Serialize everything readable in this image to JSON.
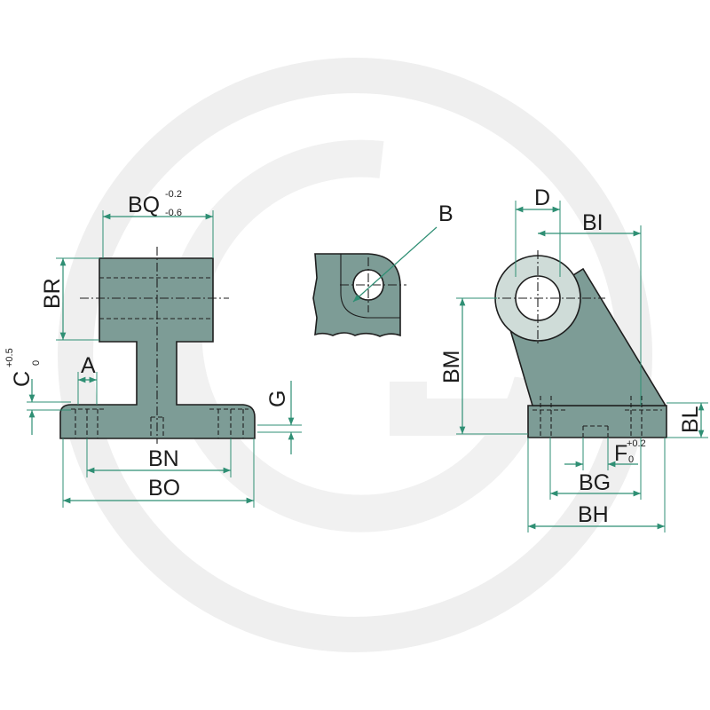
{
  "colors": {
    "part_fill": "#7d9c96",
    "part_outline": "#1e1e1e",
    "dimension_lines": "#2f8f74",
    "watermark": "#eeeeee",
    "boss_fill": "#cfdcd8"
  },
  "watermark": {
    "kind": "logo",
    "icon": "circle-logo-watermark"
  },
  "labels": {
    "BQ": "BQ",
    "BQ_tol_upper": "-0.2",
    "BQ_tol_lower": "-0.6",
    "BR": "BR",
    "A": "A",
    "C": "C",
    "C_tol_upper": "+0.5",
    "C_tol_lower": "0",
    "G": "G",
    "BN": "BN",
    "BO": "BO",
    "B": "B",
    "D": "D",
    "BI": "BI",
    "BM": "BM",
    "BL": "BL",
    "F": "F",
    "F_tol_upper": "+0.2",
    "F_tol_lower": "0",
    "BG": "BG",
    "BH": "BH"
  }
}
